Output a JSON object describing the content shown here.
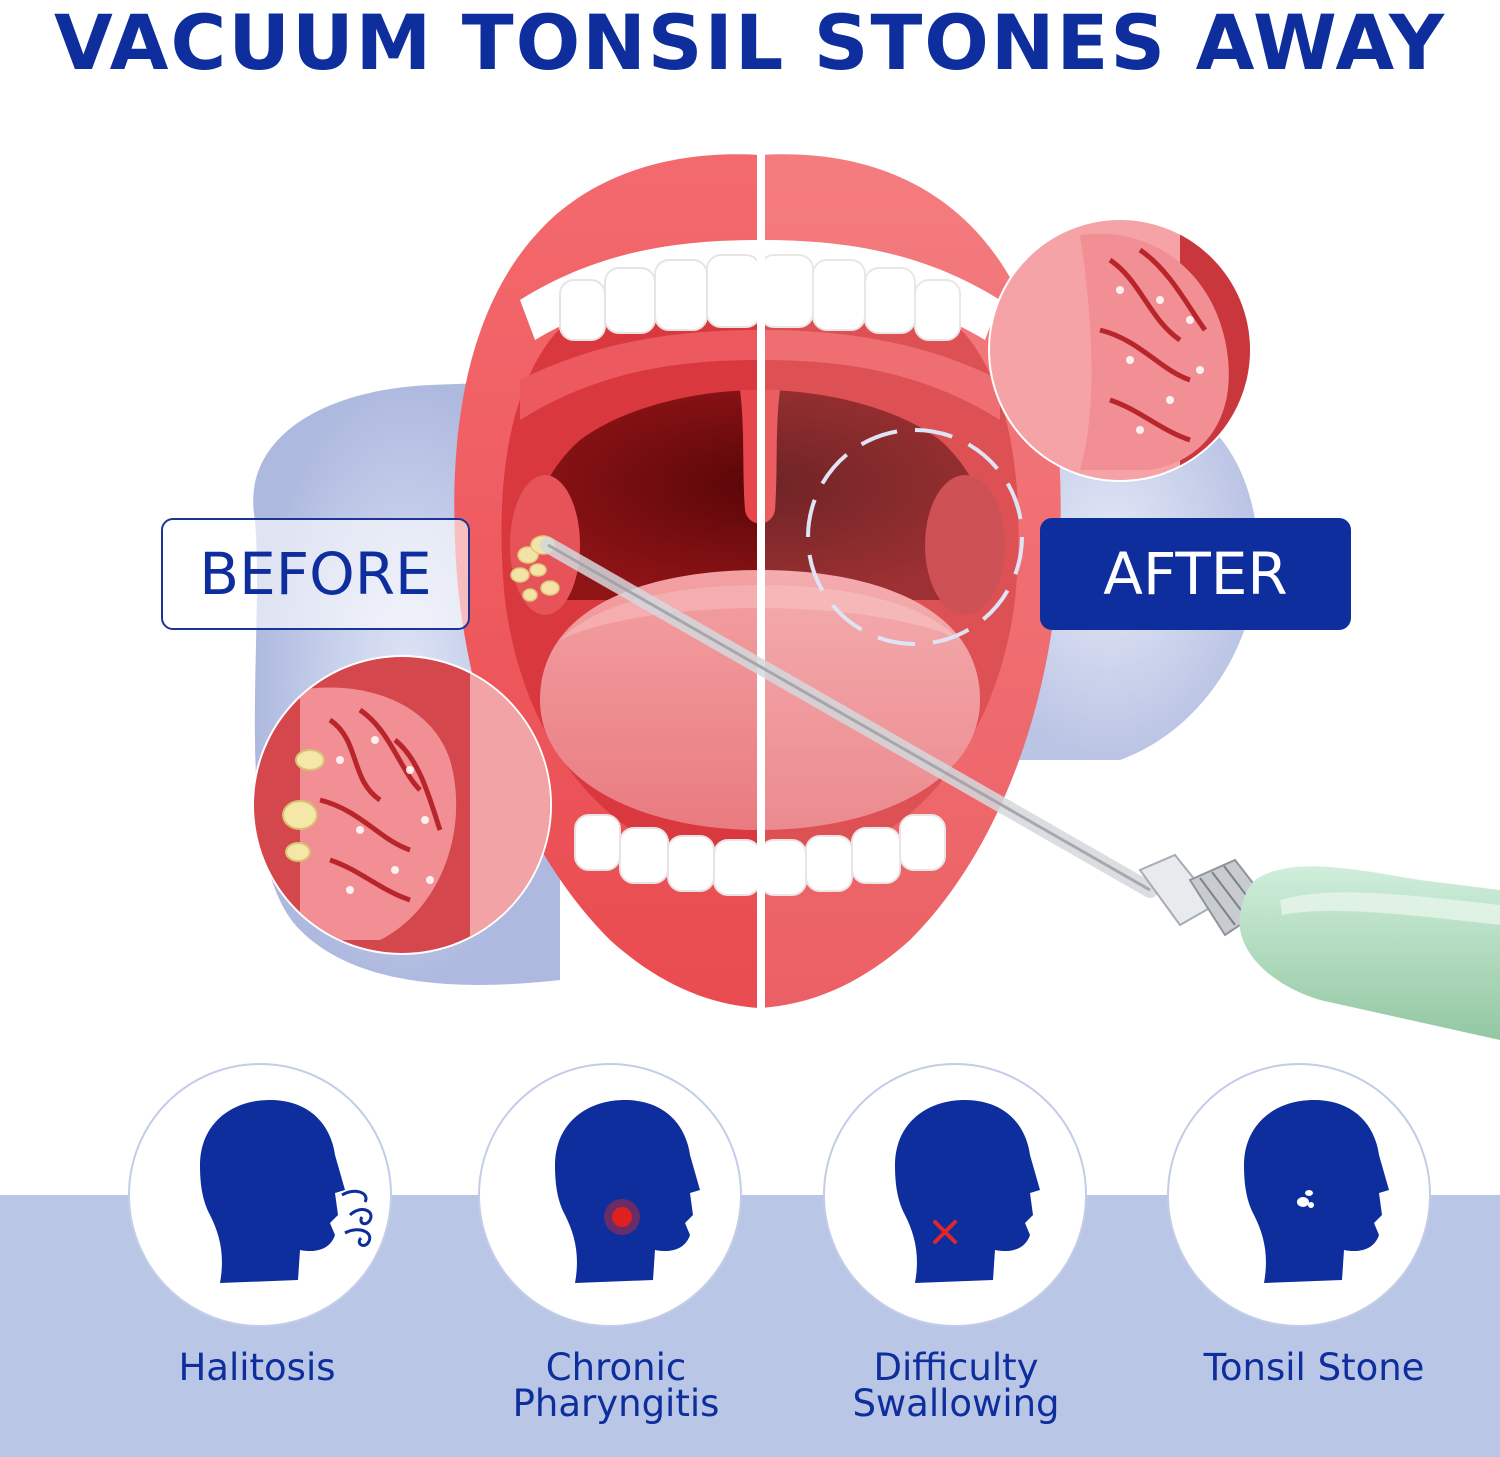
{
  "headline": "VACUUM TONSIL STONES AWAY",
  "tags": {
    "before": "BEFORE",
    "after": "AFTER"
  },
  "symptoms": [
    {
      "icon": "head-breath-icon",
      "label": "Halitosis"
    },
    {
      "icon": "head-throat-spot-icon",
      "label_line1": "Chronic",
      "label_line2": "Pharyngitis"
    },
    {
      "icon": "head-throat-cross-icon",
      "label_line1": "Difficulty",
      "label_line2": "Swallowing"
    },
    {
      "icon": "head-stones-icon",
      "label": "Tonsil Stone"
    }
  ],
  "colors": {
    "brand_blue": "#0d2e9c",
    "band": "#b9c6e6",
    "lips": "#ee5a5f",
    "throat": "#6b0a0c",
    "device": "#b7dcc0"
  }
}
